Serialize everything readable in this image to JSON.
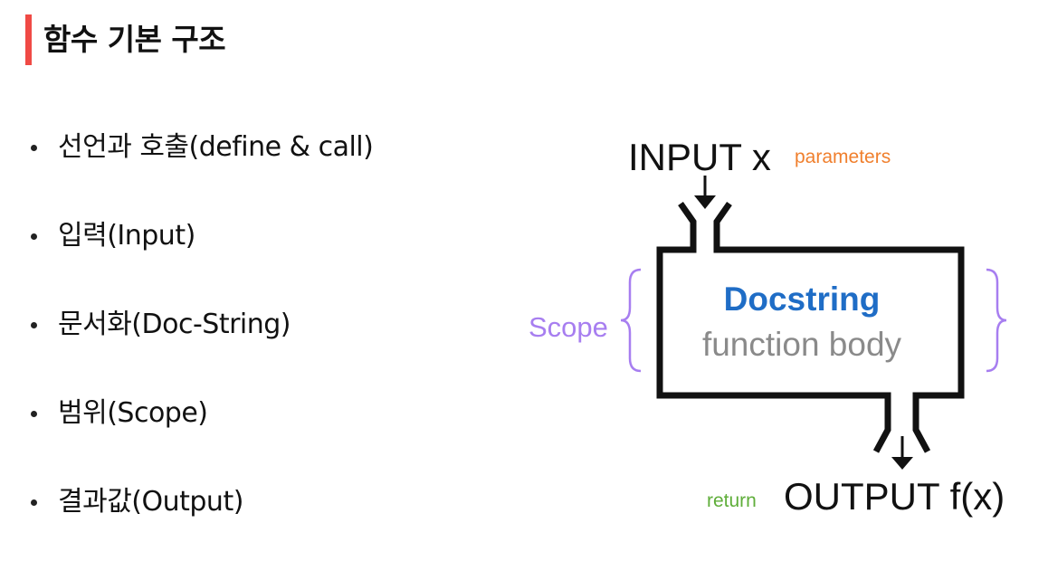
{
  "title": "함수 기본 구조",
  "accent_color": "#f04a45",
  "bullets": [
    {
      "label": "선언과 호출(define & call)"
    },
    {
      "label": "입력(Input)"
    },
    {
      "label": "문서화(Doc-String)"
    },
    {
      "label": "범위(Scope)"
    },
    {
      "label": "결과값(Output)"
    }
  ],
  "diagram": {
    "input_label": "INPUT x",
    "parameters_label": "parameters",
    "parameters_color": "#f07f2d",
    "docstring_label": "Docstring",
    "docstring_color": "#1f6dc6",
    "body_label": "function body",
    "body_color": "#8a8a8a",
    "scope_label": "Scope",
    "scope_color": "#a77ef0",
    "return_label": "return",
    "return_color": "#5fae3a",
    "output_label": "OUTPUT f(x)"
  }
}
